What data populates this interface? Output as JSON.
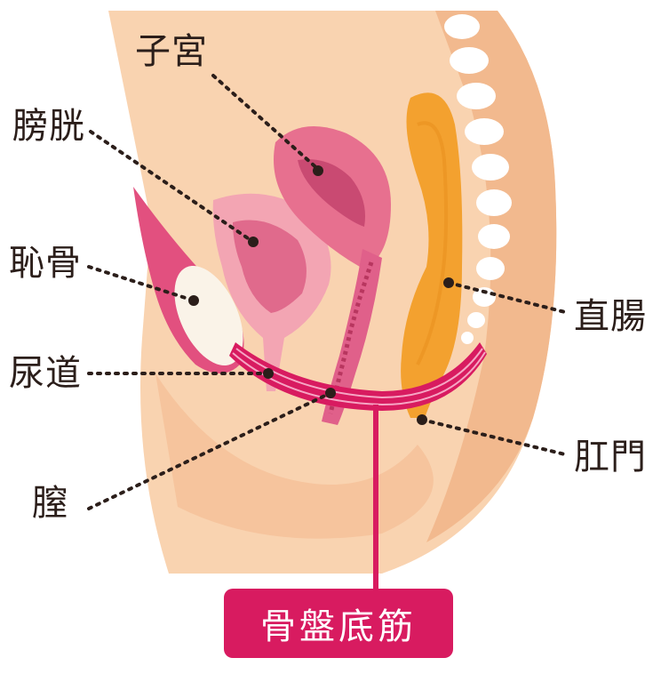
{
  "title": "骨盤底筋",
  "labels": {
    "uterus": "子宮",
    "bladder": "膀胱",
    "pubic_bone": "恥骨",
    "urethra": "尿道",
    "vagina": "膣",
    "rectum": "直腸",
    "anus": "肛門"
  },
  "colors": {
    "skin": "#f9d3b0",
    "skin_dark": "#f2b98e",
    "muscle": "#d81b60",
    "uterus": "#e7708f",
    "bladder": "#f3a5b3",
    "rectum": "#f3a12f",
    "bone": "#faf3e8",
    "leader": "#2b1e1a"
  }
}
